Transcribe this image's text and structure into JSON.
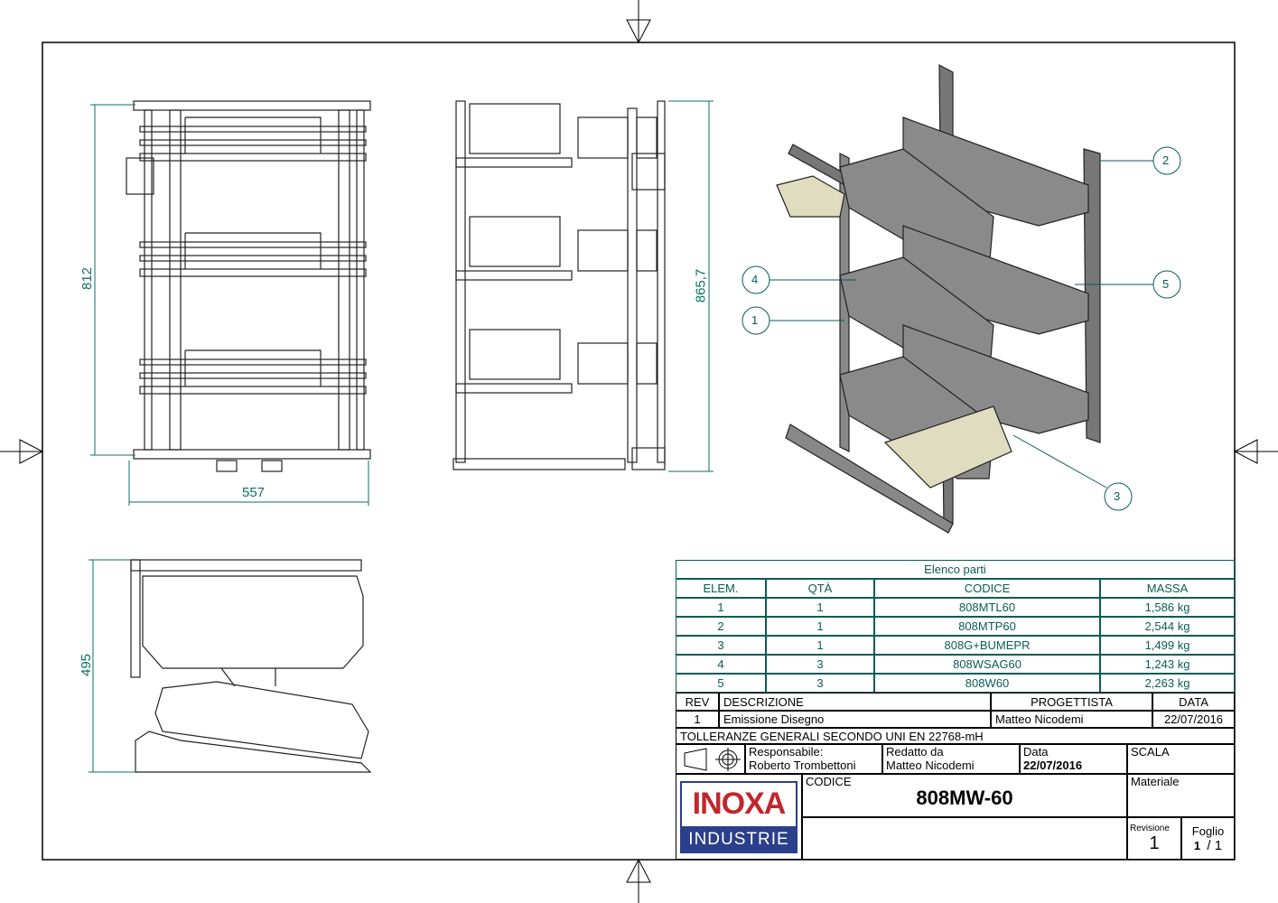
{
  "dimensions": {
    "width_front": "557",
    "height_front": "812",
    "height_side": "865,7",
    "depth_top": "495"
  },
  "balloons": [
    "1",
    "2",
    "3",
    "4",
    "5"
  ],
  "parts_list": {
    "title": "Elenco parti",
    "headers": [
      "ELEM.",
      "QTÀ",
      "CODICE",
      "MASSA"
    ],
    "rows": [
      [
        "1",
        "1",
        "808MTL60",
        "1,586 kg"
      ],
      [
        "2",
        "1",
        "808MTP60",
        "2,544 kg"
      ],
      [
        "3",
        "1",
        "808G+BUMEPR",
        "1,499 kg"
      ],
      [
        "4",
        "3",
        "808WSAG60",
        "1,243 kg"
      ],
      [
        "5",
        "3",
        "808W60",
        "2,263 kg"
      ]
    ]
  },
  "revisions": {
    "headers": [
      "REV",
      "DESCRIZIONE",
      "PROGETTISTA",
      "DATA"
    ],
    "rows": [
      [
        "1",
        "Emissione Disegno",
        "Matteo Nicodemi",
        "22/07/2016"
      ]
    ]
  },
  "title_block": {
    "tolerances": "TOLLERANZE GENERALI SECONDO UNI EN 22768-mH",
    "responsible_label": "Responsabile:",
    "responsible": "Roberto Trombettoni",
    "drawn_by_label": "Redatto  da",
    "drawn_by": "Matteo Nicodemi",
    "date_label": "Data",
    "date": "22/07/2016",
    "scale_label": "SCALA",
    "code_label": "CODICE",
    "code": "808MW-60",
    "material_label": "Materiale",
    "revision_label": "Revisione",
    "revision": "1",
    "sheet_label": "Foglio",
    "sheet": "1",
    "sheet_total": "/ 1",
    "logo_top": "INOXA",
    "logo_bottom": "INDUSTRIE"
  },
  "colors": {
    "line": "#0a5c55",
    "logo_red": "#c0272d",
    "logo_blue": "#2b3f8c",
    "shelf": "#8a8a8a"
  }
}
